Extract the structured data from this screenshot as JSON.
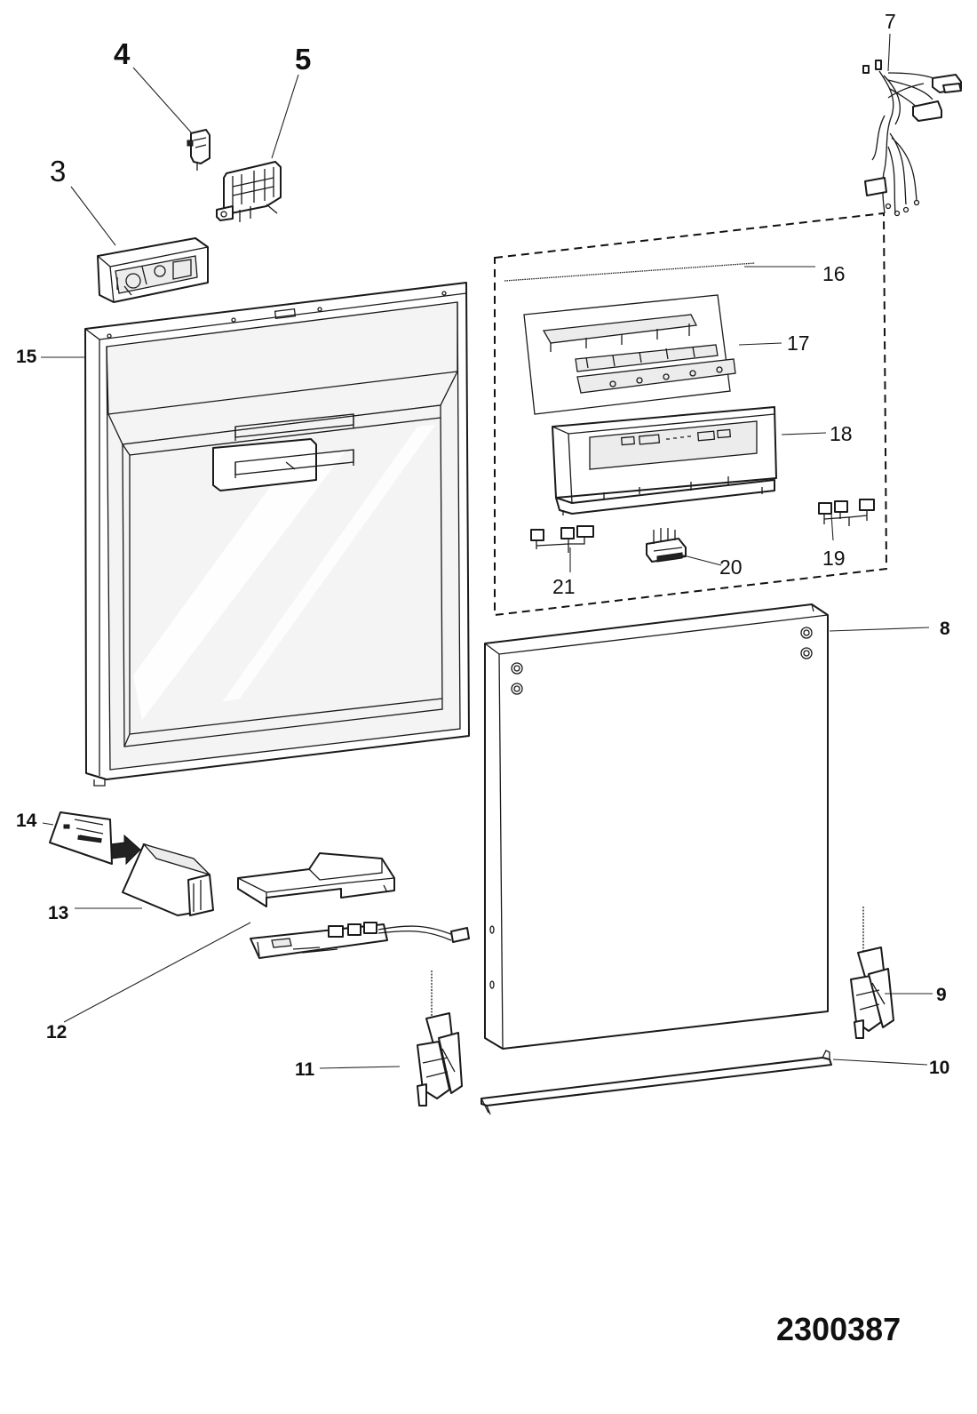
{
  "document_number": "2300387",
  "callouts": {
    "p3": "3",
    "p4": "4",
    "p5": "5",
    "p7": "7",
    "p8": "8",
    "p9": "9",
    "p10": "10",
    "p11": "11",
    "p12": "12",
    "p13": "13",
    "p14": "14",
    "p15": "15",
    "p16": "16",
    "p17": "17",
    "p18": "18",
    "p19": "19",
    "p20": "20",
    "p21": "21"
  }
}
